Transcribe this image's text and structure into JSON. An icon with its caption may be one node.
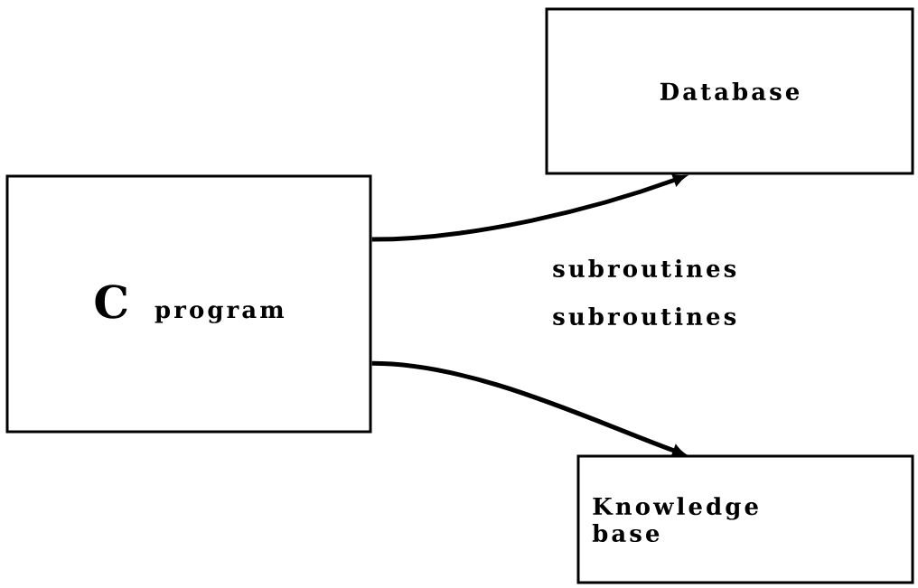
{
  "diagram": {
    "nodes": [
      {
        "text": [
          "C",
          "program"
        ]
      },
      {
        "text": [
          "Database"
        ]
      },
      {
        "text": [
          "Knowledge base"
        ]
      }
    ],
    "edges": [
      {
        "from": 0,
        "to": 1,
        "arrow": "to",
        "label": "subroutines"
      },
      {
        "from": 0,
        "to": 2,
        "arrow": "to",
        "label": "subroutines"
      }
    ]
  }
}
